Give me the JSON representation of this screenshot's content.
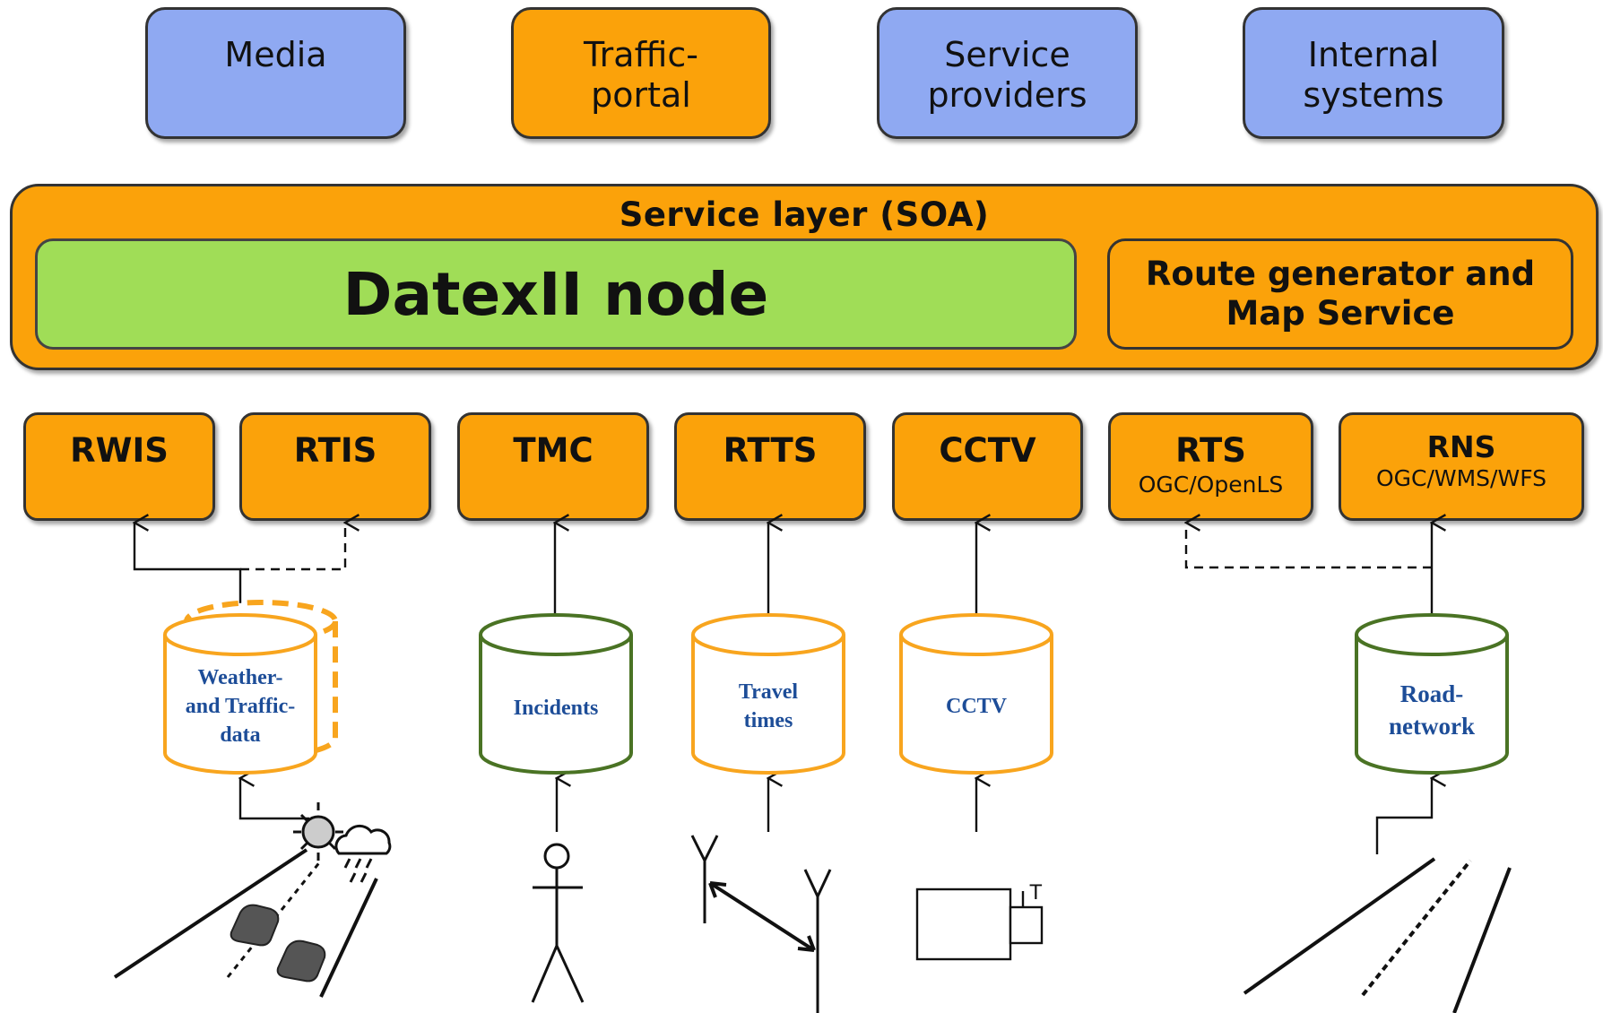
{
  "clients": [
    {
      "lines": [
        "Media"
      ],
      "color": "blue"
    },
    {
      "lines": [
        "Traffic-",
        "portal"
      ],
      "color": "orange"
    },
    {
      "lines": [
        "Service",
        "providers"
      ],
      "color": "blue"
    },
    {
      "lines": [
        "Internal",
        "systems"
      ],
      "color": "blue"
    }
  ],
  "service_layer": {
    "title": "Service layer (SOA)",
    "datex": "DatexII node",
    "route_lines": [
      "Route generator and",
      "Map Service"
    ]
  },
  "systems": [
    {
      "name": "RWIS",
      "sub": ""
    },
    {
      "name": "RTIS",
      "sub": ""
    },
    {
      "name": "TMC",
      "sub": ""
    },
    {
      "name": "RTTS",
      "sub": ""
    },
    {
      "name": "CCTV",
      "sub": ""
    },
    {
      "name": "RTS",
      "sub": "OGC/OpenLS"
    },
    {
      "name": "RNS",
      "sub": "OGC/WMS/WFS"
    }
  ],
  "databases": [
    {
      "lines": [
        "Weather-",
        "and Traffic-",
        "data"
      ],
      "color": "orange"
    },
    {
      "lines": [
        "Incidents"
      ],
      "color": "green"
    },
    {
      "lines": [
        "Travel",
        "times"
      ],
      "color": "orange"
    },
    {
      "lines": [
        "CCTV"
      ],
      "color": "orange"
    },
    {
      "lines": [
        "Road-",
        "network"
      ],
      "color": "green"
    }
  ],
  "sources": [
    {
      "icon": "weather-traffic-icon"
    },
    {
      "icon": "person-icon"
    },
    {
      "icon": "antenna-pair-icon"
    },
    {
      "icon": "camera-icon",
      "label": "T"
    },
    {
      "icon": "road-icon"
    }
  ],
  "colors": {
    "blue_box": "#8fa9f2",
    "orange_box": "#fba20a",
    "datex_green": "#a0dd57",
    "db_orange": "#f8a51e",
    "db_green": "#4a7324",
    "db_text": "#1d4d98"
  }
}
